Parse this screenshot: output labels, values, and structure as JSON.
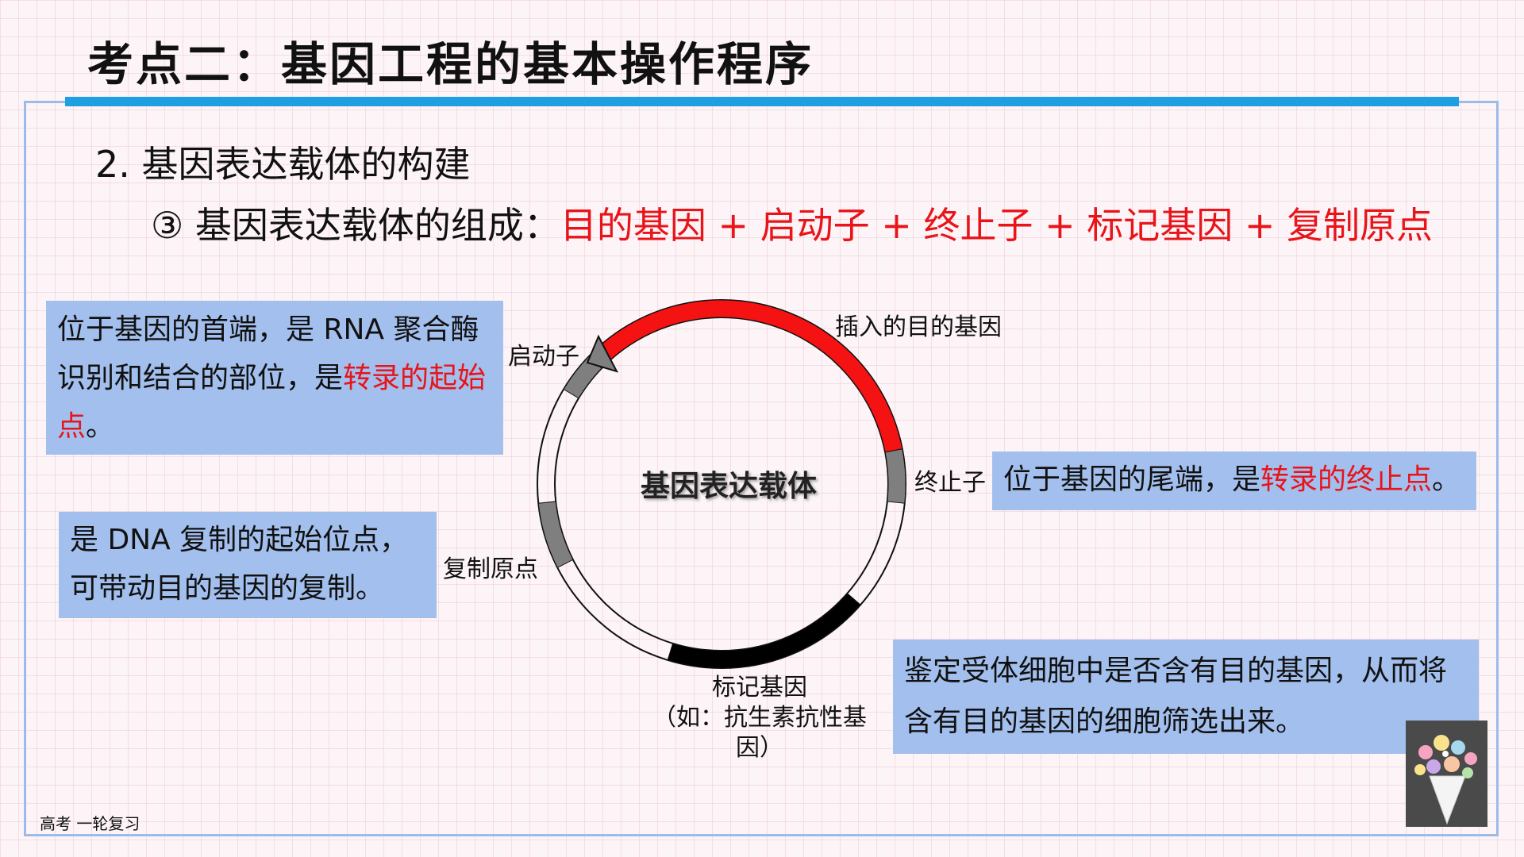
{
  "title": "考点二：基因工程的基本操作程序",
  "subhead": "2. 基因表达载体的构建",
  "composition": {
    "prefix": "③  基因表达载体的组成：",
    "parts": "目的基因 + 启动子 + 终止子 + 标记基因 + 复制原点"
  },
  "callouts": {
    "promoter": {
      "text": "位于基因的首端，是 RNA 聚合酶识别和结合的部位，是",
      "highlight": "转录的起始点",
      "end": "。"
    },
    "origin": {
      "text": "是 DNA 复制的起始位点，可带动目的基因的复制。"
    },
    "terminator": {
      "text": "位于基因的尾端，是",
      "highlight": "转录的终止点",
      "end": "。"
    },
    "marker": {
      "text": "鉴定受体细胞中是否含有目的基因，从而将含有目的基因的细胞筛选出来。"
    }
  },
  "diagram": {
    "center_label": "基因表达载体",
    "labels": {
      "promoter": "启动子",
      "inserted_gene": "插入的目的基因",
      "terminator": "终止子",
      "origin": "复制原点",
      "marker_line1": "标记基因",
      "marker_line2": "（如：抗生素抗性基因）"
    }
  },
  "footer": "高考 一轮复习",
  "colors": {
    "accent_bar": "#1e9fe0",
    "highlight_red": "#e8141a",
    "callout_bg": "#a3bfed",
    "frame_border": "#9dbbe8"
  }
}
